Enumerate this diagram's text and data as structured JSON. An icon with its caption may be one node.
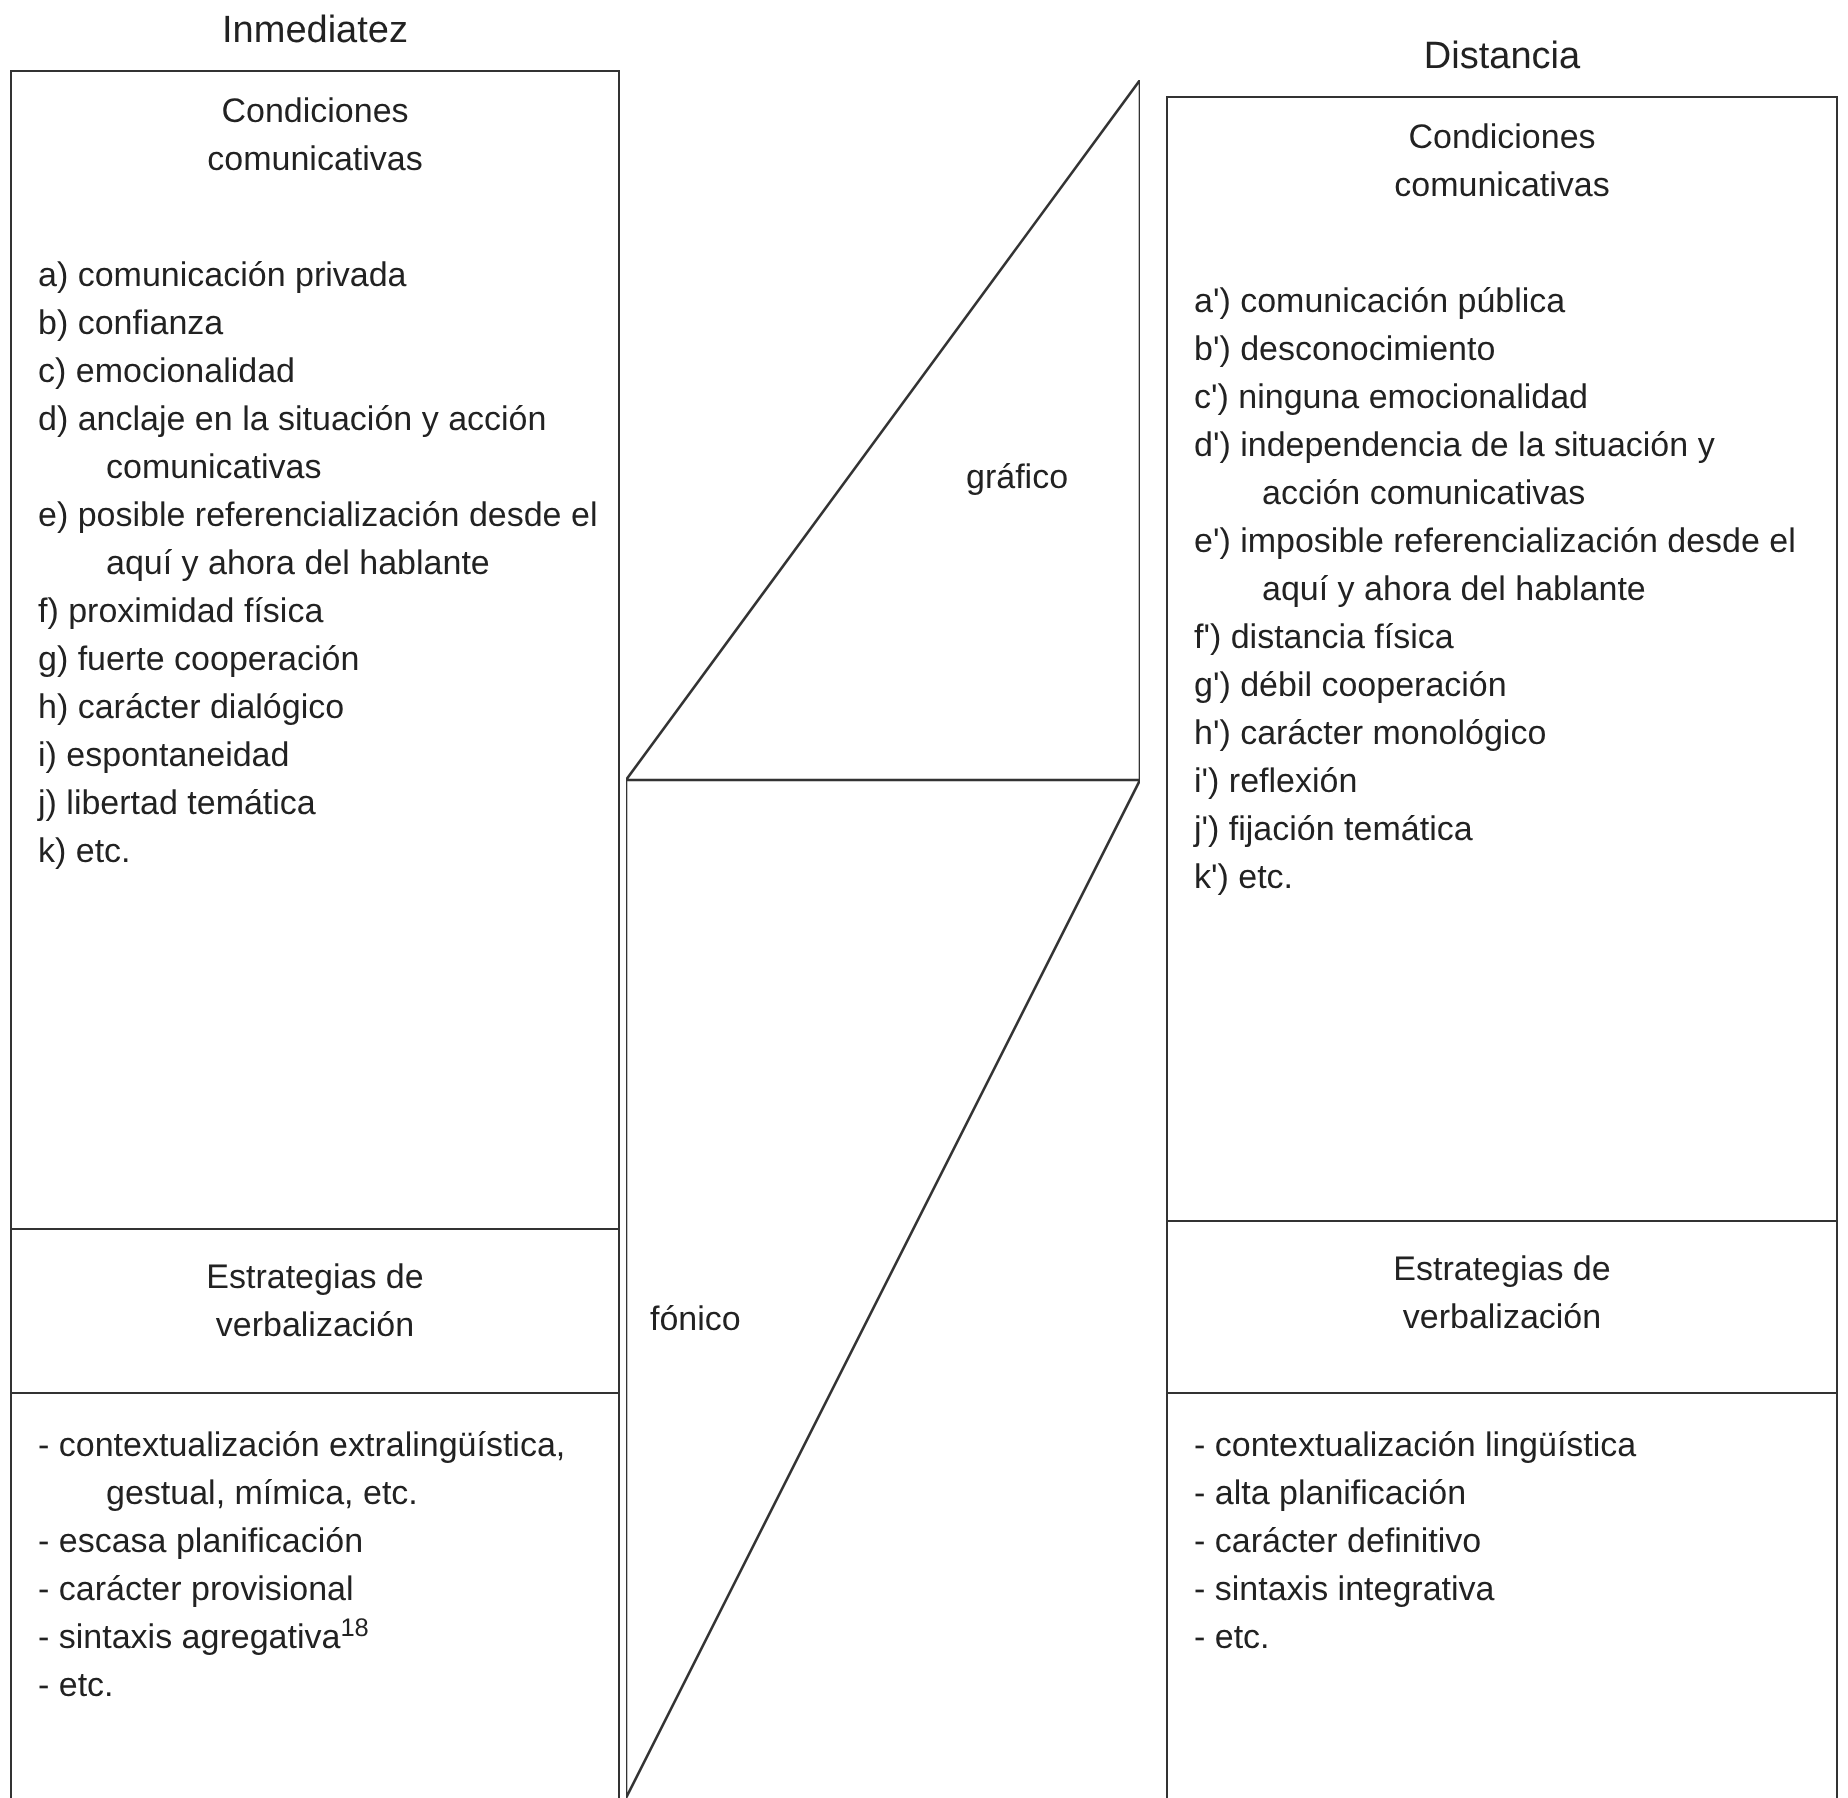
{
  "diagram": {
    "nodes": [
      {
        "text": [
          "Inmediatez"
        ]
      },
      {
        "text": [
          "Condiciones comunicativas",
          "a) comunicación privada",
          "b) confianza",
          "c) emocionalidad",
          "d) anclaje en la situación y acción comunicativas",
          "e) posible referencialización desde el aquí y ahora del hablante",
          "f) proximidad física",
          "g) fuerte cooperación",
          "h) carácter dialógico",
          "i) espontaneidad",
          "j) libertad temática",
          "k) etc."
        ],
        "in": 0
      },
      {
        "text": [
          "Estrategias de verbalización"
        ],
        "in": 0
      },
      {
        "text": [
          "- contextualización extralingüística, gestual, mímica, etc.",
          "- escasa planificación",
          "- carácter provisional",
          "- sintaxis agregativa$^{18}$",
          "- etc."
        ],
        "in": 0
      },
      {
        "text": [
          "Distancia"
        ]
      },
      {
        "text": [
          "Condiciones comunicativas",
          "a') comunicación pública",
          "b') desconocimiento",
          "c') ninguna emocionalidad",
          "d') independencia de la situación y acción comunicativas",
          "e') imposible referencialización desde el aquí y ahora del hablante",
          "f') distancia física",
          "g') débil cooperación",
          "h') carácter monológico",
          "i') reflexión",
          "j') fijación temática",
          "k') etc."
        ],
        "in": 4
      },
      {
        "text": [
          "Estrategias de verbalización"
        ],
        "in": 4
      },
      {
        "text": [
          "- contextualización lingüística",
          "- alta planificación",
          "- carácter definitivo",
          "- sintaxis integrativa",
          "- etc."
        ],
        "in": 4
      },
      {
        "text": [
          "gráfico"
        ]
      },
      {
        "text": [
          "fónico"
        ]
      }
    ],
    "edges": []
  }
}
